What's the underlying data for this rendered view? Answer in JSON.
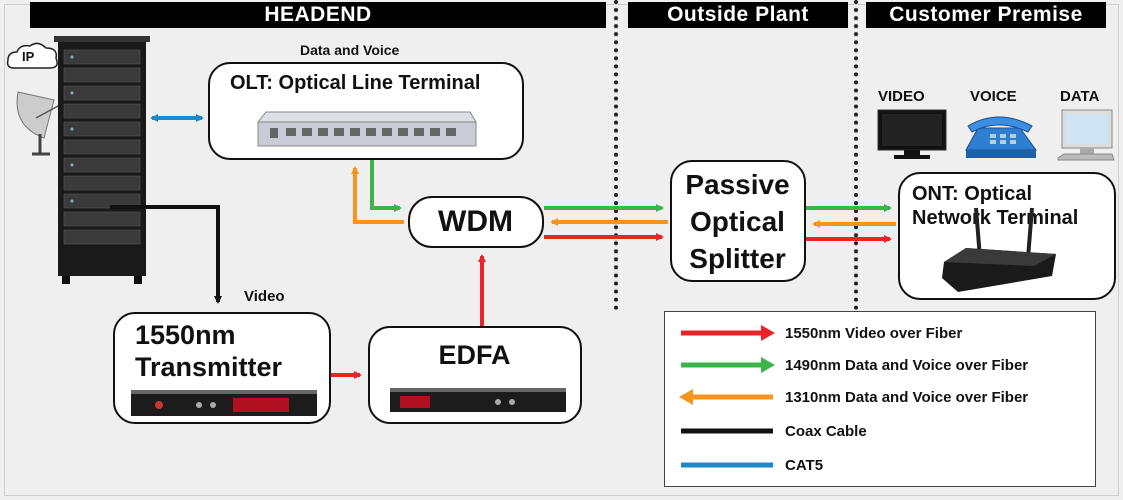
{
  "headers": {
    "headend": "HEADEND",
    "outside_plant": "Outside Plant",
    "customer_premise": "Customer Premise"
  },
  "ip_cloud": "IP",
  "olt": {
    "caption": "Data and Voice",
    "title": "OLT: Optical Line Terminal"
  },
  "wdm": "WDM",
  "edfa": "EDFA",
  "transmitter": {
    "caption": "Video",
    "title_line1": "1550nm",
    "title_line2": "Transmitter"
  },
  "splitter": {
    "line1": "Passive",
    "line2": "Optical",
    "line3": "Splitter"
  },
  "ont": {
    "line1": "ONT: Optical",
    "line2": "Network Terminal"
  },
  "devices": {
    "video": "VIDEO",
    "voice": "VOICE",
    "data": "DATA"
  },
  "legend": [
    {
      "label": "1550nm Video over Fiber",
      "color": "#e8232a",
      "direction": "right"
    },
    {
      "label": "1490nm Data and Voice over Fiber",
      "color": "#3cb44a",
      "direction": "right"
    },
    {
      "label": "1310nm Data and Voice over Fiber",
      "color": "#f7941d",
      "direction": "left"
    },
    {
      "label": "Coax Cable",
      "color": "#111111",
      "direction": "none"
    },
    {
      "label": "CAT5",
      "color": "#1e88c8",
      "direction": "none"
    }
  ],
  "colors": {
    "red": "#e8232a",
    "green": "#3cb44a",
    "orange": "#f7941d",
    "black": "#111111",
    "blue": "#1e88c8"
  }
}
